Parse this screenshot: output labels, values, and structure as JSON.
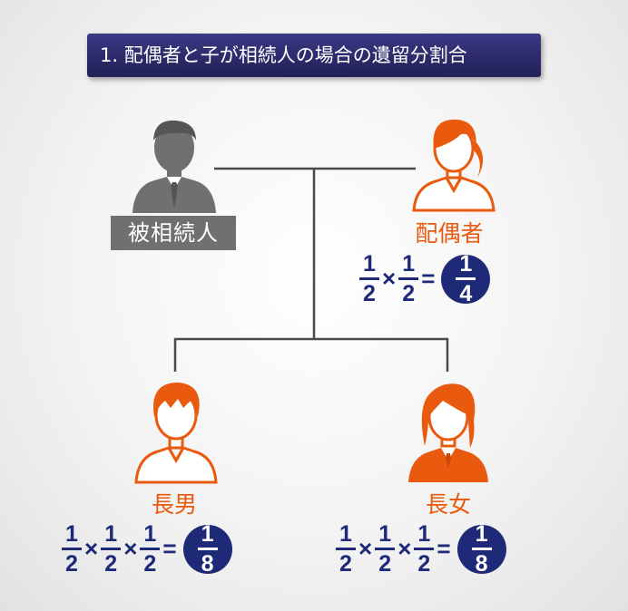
{
  "title": "1. 配偶者と子が相続人の場合の遺留分割合",
  "deceased": {
    "label": "被相続人"
  },
  "spouse": {
    "label": "配偶者",
    "formula": {
      "terms": [
        {
          "num": "1",
          "den": "2"
        },
        {
          "num": "1",
          "den": "2"
        }
      ],
      "times": "×",
      "equals": "=",
      "result": {
        "num": "1",
        "den": "4"
      }
    }
  },
  "eldest_son": {
    "label": "長男",
    "formula": {
      "terms": [
        {
          "num": "1",
          "den": "2"
        },
        {
          "num": "1",
          "den": "2"
        },
        {
          "num": "1",
          "den": "2"
        }
      ],
      "times": "×",
      "equals": "=",
      "result": {
        "num": "1",
        "den": "8"
      }
    }
  },
  "eldest_daughter": {
    "label": "長女",
    "formula": {
      "terms": [
        {
          "num": "1",
          "den": "2"
        },
        {
          "num": "1",
          "den": "2"
        },
        {
          "num": "1",
          "den": "2"
        }
      ],
      "times": "×",
      "equals": "=",
      "result": {
        "num": "1",
        "den": "8"
      }
    }
  },
  "colors": {
    "navy": "#1e2a78",
    "orange": "#ea5a0e",
    "gray": "#707070",
    "line": "#4a4a4a"
  },
  "icons": [
    "man-gray-icon",
    "woman-orange-icon",
    "boy-orange-icon",
    "girl-orange-icon"
  ]
}
